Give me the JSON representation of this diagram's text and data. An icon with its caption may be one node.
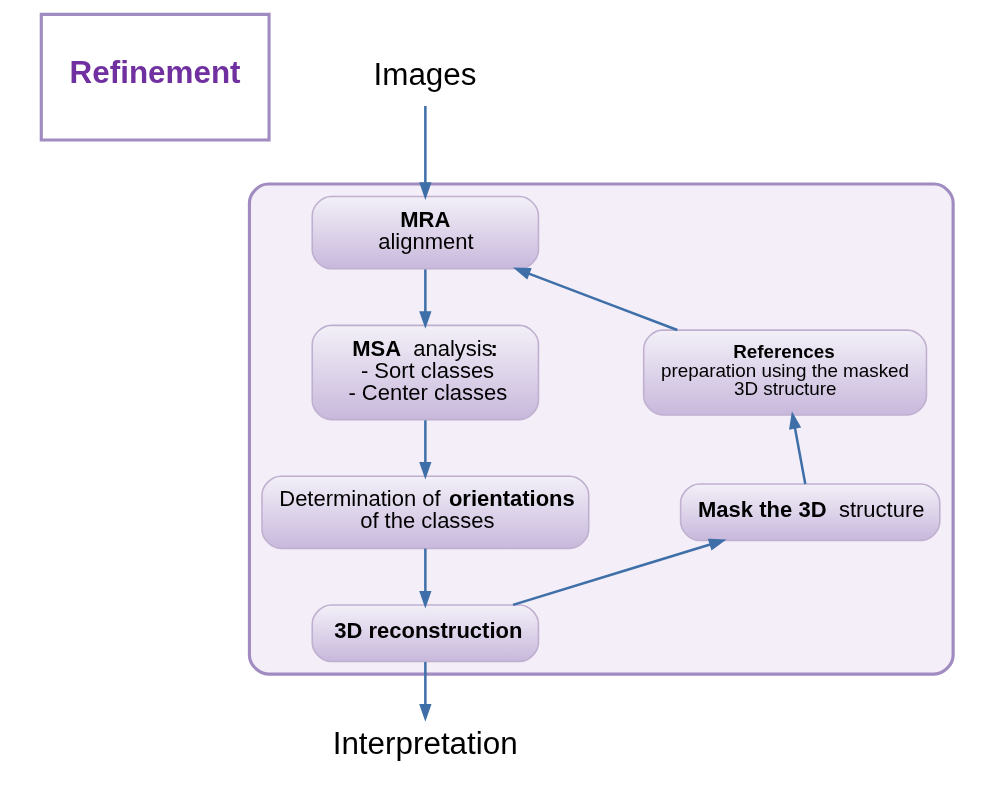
{
  "diagram": {
    "nodes": [
      {
        "text": [
          "Images"
        ]
      },
      {
        "text": [],
        "shape": "box"
      },
      {
        "text": [
          "MRA",
          "alignment"
        ],
        "in": 1
      },
      {
        "text": [
          "**MSA** analysis**:**",
          "- Sort classes",
          "- Center classes"
        ],
        "in": 1
      },
      {
        "text": [
          "Determination of **orientations** of the classes"
        ],
        "in": 1
      },
      {
        "text": [
          "3D reconstruction"
        ],
        "in": 1
      },
      {
        "text": [
          "**Mask the 3D** structure"
        ],
        "in": 1
      },
      {
        "text": [
          "References",
          "preparation using the masked 3D structure"
        ],
        "in": 1
      },
      {
        "text": [
          "Refinement"
        ]
      },
      {
        "text": [
          "Interpretation"
        ]
      }
    ],
    "edges": [
      {
        "from": 0,
        "to": 2,
        "arrow": "to"
      },
      {
        "from": 2,
        "to": 3,
        "arrow": "to"
      },
      {
        "from": 3,
        "to": 4,
        "arrow": "to"
      },
      {
        "from": 4,
        "to": 5,
        "arrow": "to"
      },
      {
        "from": 5,
        "to": 6,
        "arrow": "to"
      },
      {
        "from": 6,
        "to": 7,
        "arrow": "to"
      },
      {
        "from": 7,
        "to": 2,
        "arrow": "to"
      },
      {
        "from": 5,
        "to": 9,
        "arrow": "to"
      }
    ]
  }
}
